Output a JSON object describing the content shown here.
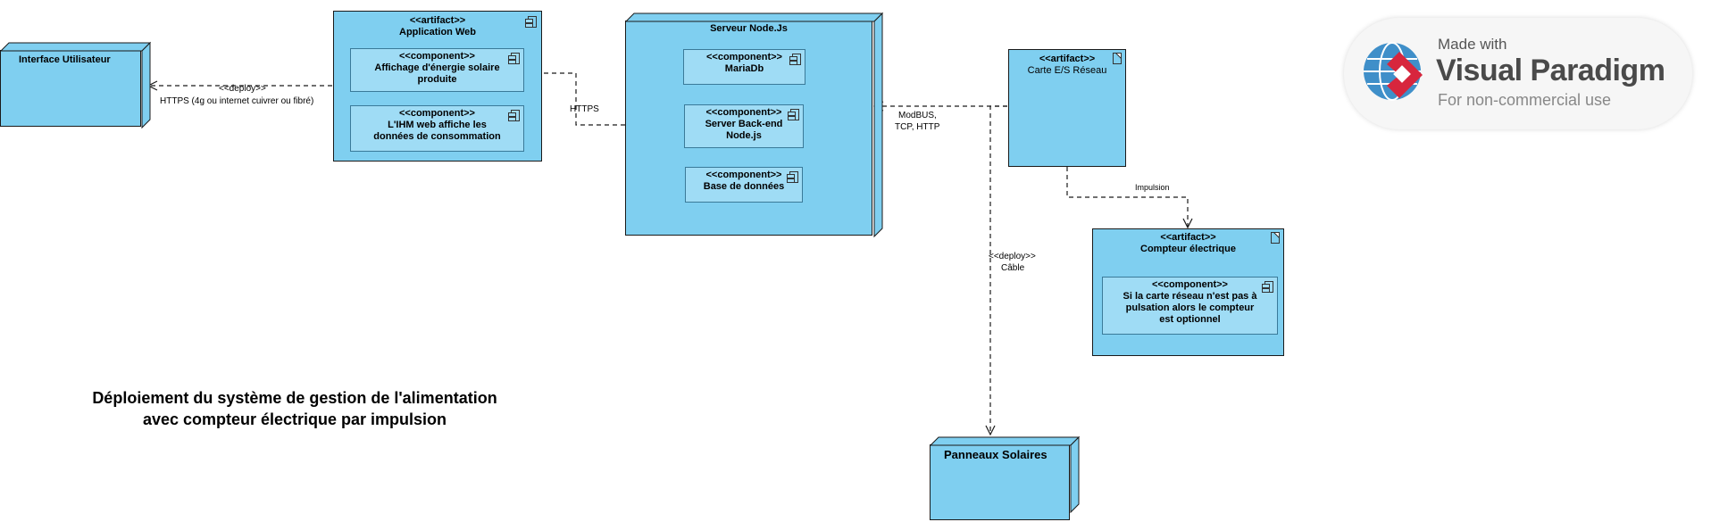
{
  "diagram": {
    "title_line1": "Déploiement du système de gestion de l'alimentation",
    "title_line2": "avec compteur électrique par impulsion"
  },
  "nodes": {
    "ui": {
      "name": "Interface Utilisateur"
    },
    "webapp": {
      "stereotype": "<<artifact>>",
      "name": "Application Web",
      "components": [
        {
          "stereotype": "<<component>>",
          "line1": "Affichage d'énergie solaire",
          "line2": "produite"
        },
        {
          "stereotype": "<<component>>",
          "line1": "L'IHM web affiche les",
          "line2": "données de consommation"
        }
      ]
    },
    "server": {
      "name": "Serveur Node.Js",
      "components": [
        {
          "stereotype": "<<component>>",
          "line1": "MariaDb",
          "line2": ""
        },
        {
          "stereotype": "<<component>>",
          "line1": "Server Back-end",
          "line2": "Node.js"
        },
        {
          "stereotype": "<<component>>",
          "line1": "Base de données",
          "line2": ""
        }
      ]
    },
    "carte": {
      "stereotype": "<<artifact>>",
      "name": "Carte E/S Réseau"
    },
    "compteur": {
      "stereotype": "<<artifact>>",
      "name": "Compteur électrique",
      "component": {
        "stereotype": "<<component>>",
        "line1": "Si la carte réseau n'est pas à",
        "line2": "pulsation alors le compteur",
        "line3": "est optionnel"
      }
    },
    "panneaux": {
      "name": "Panneaux Solaires"
    }
  },
  "links": {
    "deploy_ui": {
      "stereo": "<<deploy>>",
      "label": "HTTPS (4g ou internet cuivrer ou fibré)"
    },
    "https": {
      "label": "HTTPS"
    },
    "modbus": {
      "line1": "ModBUS,",
      "line2": "TCP, HTTP"
    },
    "impulsion": {
      "label": "Impulsion"
    },
    "deploy_cable": {
      "stereo": "<<deploy>>",
      "label": "Câble"
    }
  },
  "watermark": {
    "made_with": "Made with",
    "brand": "Visual Paradigm",
    "sub": "For non-commercial use"
  },
  "colors": {
    "node_fill": "#7fcff0",
    "component_fill": "#9fdcf5",
    "line": "#1a1a1a"
  },
  "icons": [
    "component-icon",
    "artifact-icon",
    "visual-paradigm-logo-icon"
  ]
}
